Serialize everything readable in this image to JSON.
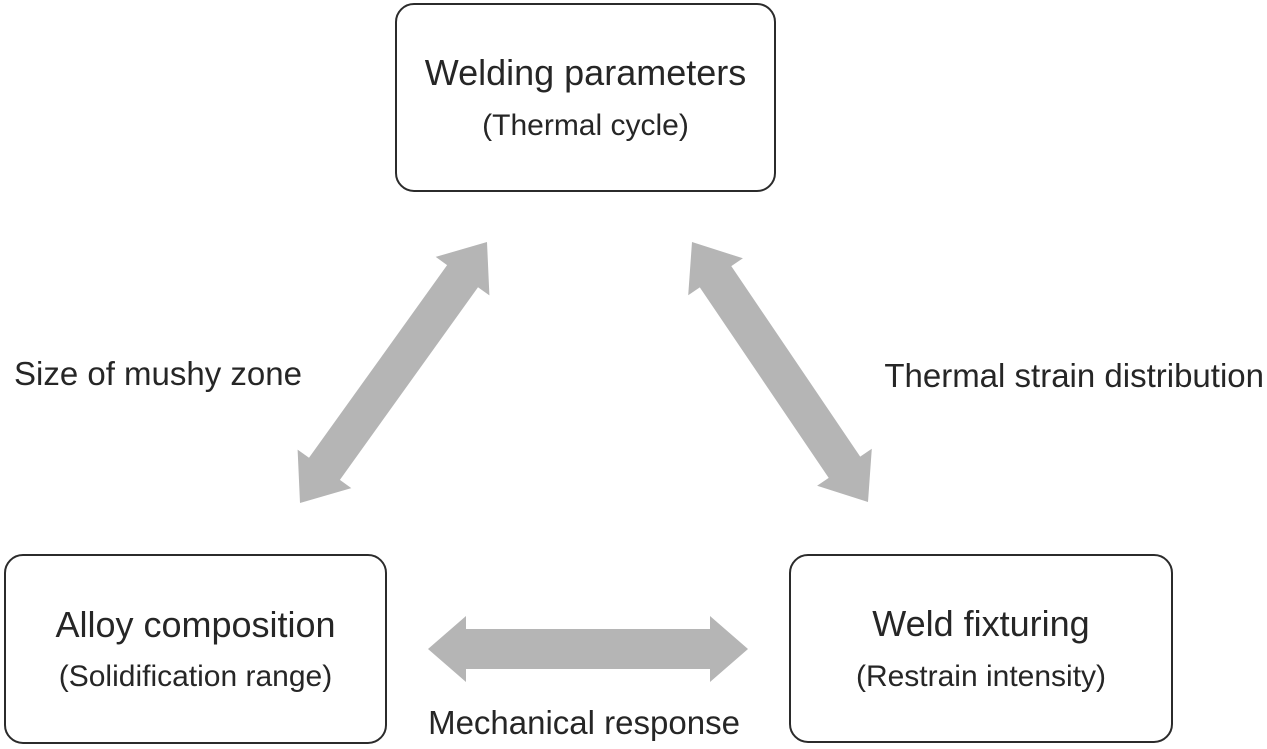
{
  "diagram": {
    "nodes": {
      "welding_parameters": {
        "title": "Welding parameters",
        "subtitle": "(Thermal cycle)"
      },
      "alloy_composition": {
        "title": "Alloy composition",
        "subtitle": "(Solidification range)"
      },
      "weld_fixturing": {
        "title": "Weld fixturing",
        "subtitle": "(Restrain intensity)"
      }
    },
    "edges": {
      "left": {
        "label": "Size of mushy zone",
        "between": [
          "alloy_composition",
          "welding_parameters"
        ],
        "bidirectional": true
      },
      "right": {
        "label": "Thermal strain distribution",
        "between": [
          "weld_fixturing",
          "welding_parameters"
        ],
        "bidirectional": true
      },
      "bottom": {
        "label": "Mechanical response",
        "between": [
          "alloy_composition",
          "weld_fixturing"
        ],
        "bidirectional": true
      }
    },
    "colors": {
      "arrow": "#b5b5b5",
      "box_border": "#2b2b2b",
      "text": "#262626",
      "background": "#ffffff"
    }
  }
}
